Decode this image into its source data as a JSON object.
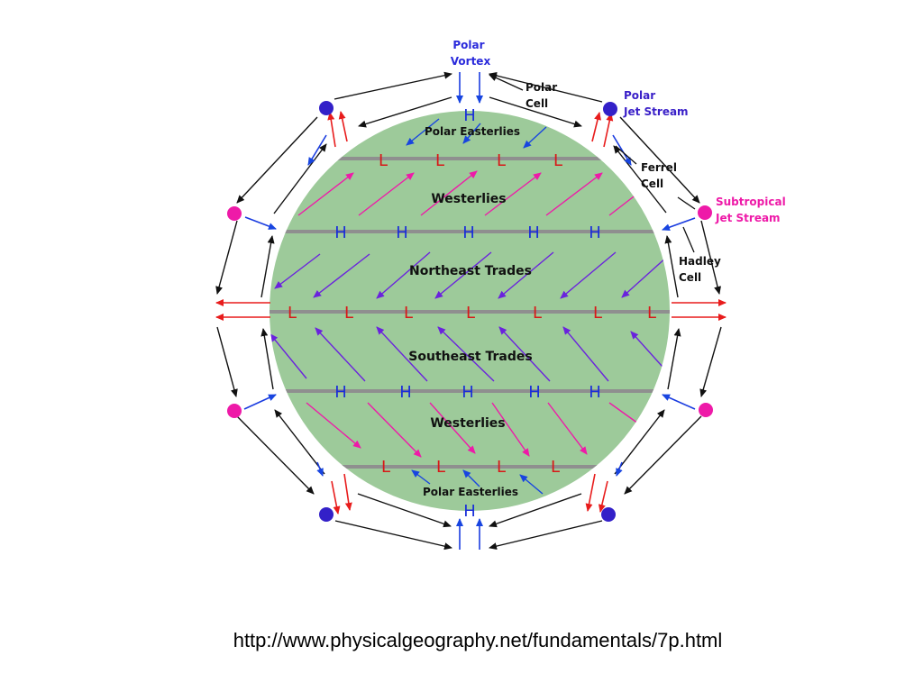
{
  "labels": {
    "polar_vortex": [
      "Polar",
      "Vortex"
    ],
    "polar_cell": [
      "Polar",
      "Cell"
    ],
    "polar_jet": [
      "Polar",
      "Jet Stream"
    ],
    "ferrel_cell": [
      "Ferrel",
      "Cell"
    ],
    "subtropical_jet": [
      "Subtropical",
      "Jet Stream"
    ],
    "hadley_cell": [
      "Hadley",
      "Cell"
    ]
  },
  "zones": {
    "polar_easterlies_north": "Polar Easterlies",
    "westerlies_north": "Westerlies",
    "northeast_trades": "Northeast Trades",
    "southeast_trades": "Southeast Trades",
    "westerlies_south": "Westerlies",
    "polar_easterlies_south": "Polar Easterlies"
  },
  "pressure": {
    "high": "H",
    "low": "L"
  },
  "footer": {
    "url": "http://www.physicalgeography.net/fundamentals/7p.html"
  },
  "colors": {
    "earth": "#9dca9a",
    "belt": "#8f8f8f",
    "high": "#1a2fd8",
    "low": "#d81818",
    "polar_jet": "#3320c8",
    "subtropical_jet": "#ee1aa8",
    "polar_winds": "#1845e0",
    "westerly_winds": "#ee1aa8",
    "trade_winds": "#6a22dd",
    "cell_arrows": "#111111",
    "surface_out": "#e81c1c",
    "surface_in": "#1a3ce0"
  }
}
